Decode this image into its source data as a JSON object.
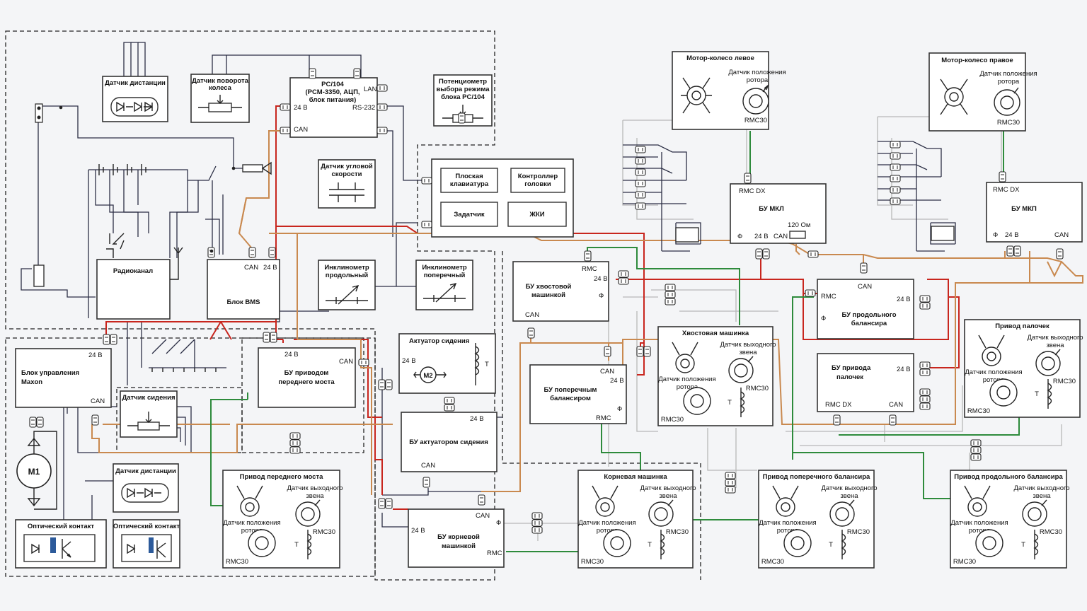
{
  "labels": {
    "dist_sensor_top": "Датчик дистанции",
    "wheel_sensor_1": "Датчик поворота",
    "wheel_sensor_2": "колеса",
    "pc104_1": "PC/104",
    "pc104_2": "(PCM-3350, АЦП,",
    "pc104_3": "блок питания)",
    "pc_lan": "LAN",
    "pc_24v": "24 В",
    "pc_rs232": "RS-232",
    "pc_can": "CAN",
    "pot_1": "Потенциометр",
    "pot_2": "выбора режима",
    "pot_3": "блока PC/104",
    "gyro_1": "Датчик угловой",
    "gyro_2": "скорости",
    "keypad_1": "Плоская",
    "keypad_2": "клавиатура",
    "head_ctrl_1": "Контроллер",
    "head_ctrl_2": "головки",
    "setter": "Задатчик",
    "lcd": "ЖКИ",
    "radio": "Радиоканал",
    "bms": "Блок BMS",
    "bms_can": "CAN",
    "bms_24v": "24 В",
    "incl_long_1": "Инклинометр",
    "incl_long_2": "продольный",
    "incl_trans_1": "Инклинометр",
    "incl_trans_2": "поперечный",
    "maxon_1": "Блок управления",
    "maxon_2": "Maxon",
    "maxon_24v": "24 В",
    "maxon_can": "CAN",
    "m1": "M1",
    "seat_sensor": "Датчик сидения",
    "dist_sensor_bottom": "Датчик дистанции",
    "optic_1": "Оптический контакт",
    "optic_2": "Оптический контакт",
    "front_ctrl_1": "БУ приводом",
    "front_ctrl_2": "переднего моста",
    "front_24v": "24 В",
    "front_can": "CAN",
    "front_drive": "Привод переднего моста",
    "seat_act": "Актуатор сидения",
    "seat_act_24v": "24 В",
    "m2": "M2",
    "seat_act_t": "T",
    "seat_ctrl": "БУ актуатором сидения",
    "seat_ctrl_24v": "24 В",
    "seat_ctrl_can": "CAN",
    "tail_ctrl_1": "БУ хвостовой",
    "tail_ctrl_2": "машинкой",
    "tail_rmc": "RMC",
    "tail_24v": "24 В",
    "tail_phi": "Ф",
    "tail_can": "CAN",
    "trans_ctrl_1": "БУ поперечным",
    "trans_ctrl_2": "балансиром",
    "trans_can": "CAN",
    "trans_24v": "24 В",
    "trans_phi": "Ф",
    "trans_rmc": "RMC",
    "root_ctrl_1": "БУ корневой",
    "root_ctrl_2": "машинкой",
    "root_can": "CAN",
    "root_24v": "24 В",
    "root_phi": "Ф",
    "root_rmc": "RMC",
    "tail_machine": "Хвостовая машинка",
    "root_machine": "Корневая машинка",
    "wheel_left": "Мотор-колесо левое",
    "wheel_right": "Мотор-колесо правое",
    "bu_mkl": "БУ МКЛ",
    "bu_mkp": "БУ МКП",
    "rmc_dx": "RMC DX",
    "phi": "Ф",
    "v24": "24 В",
    "can": "CAN",
    "ohm120": "120 Ом",
    "long_bal_1": "БУ продольного",
    "long_bal_2": "балансира",
    "long_bal_rmc": "RMC",
    "long_bal_can": "CAN",
    "long_bal_24v": "24 В",
    "long_bal_phi": "Ф",
    "stick_ctrl_1": "БУ привода",
    "stick_ctrl_2": "палочек",
    "stick_24v": "24 В",
    "stick_rmcdx": "RMC DX",
    "stick_can": "CAN",
    "stick_drive": "Привод палочек",
    "trans_drive": "Привод поперечного балансира",
    "long_drive": "Привод продольного балансира",
    "rotor_1": "Датчик положения",
    "rotor_2": "ротора",
    "out_1": "Датчик выходного",
    "out_2": "звена",
    "rmc30": "RMC30",
    "t": "T"
  }
}
